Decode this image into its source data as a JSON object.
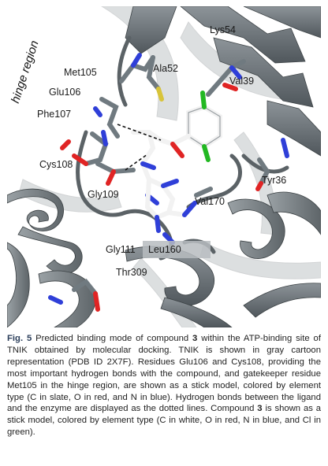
{
  "figure": {
    "annotation": "hinge region",
    "residue_labels": {
      "lys54": "Lys54",
      "met105": "Met105",
      "ala52": "Ala52",
      "val39": "Val39",
      "glu106": "Glu106",
      "phe107": "Phe107",
      "cys108": "Cys108",
      "tyr36": "Tyr36",
      "gly109": "Gly109",
      "val170": "Val170",
      "gly111": "Gly111",
      "leu160": "Leu160",
      "thr309": "Thr309"
    },
    "colors": {
      "cartoon": "#6b7277",
      "carbon_protein": "#707a80",
      "carbon_ligand": "#f2f2f2",
      "oxygen": "#e02424",
      "nitrogen": "#2f3fd8",
      "chlorine": "#22b822",
      "sulfur": "#d8c43a"
    }
  },
  "caption": {
    "fig_label": "Fig. 5",
    "part1": " Predicted binding mode of compound ",
    "compound1": "3",
    "part2": " within the ATP-binding site of TNIK obtained by molecular docking. TNIK is shown in gray cartoon representation (PDB ID 2X7F). Residues Glu106 and Cys108, providing the most important hydrogen bonds with the compound, and gatekeeper residue Met105 in the hinge region, are shown as a stick model, colored by element type (C in slate, O in red, and N in blue). Hydrogen bonds between the ligand and the enzyme are displayed as the dotted lines. Compound ",
    "compound2": "3",
    "part3": " is shown as a stick model, colored by element type (C in white, O in red, N in blue, and Cl in green)."
  }
}
